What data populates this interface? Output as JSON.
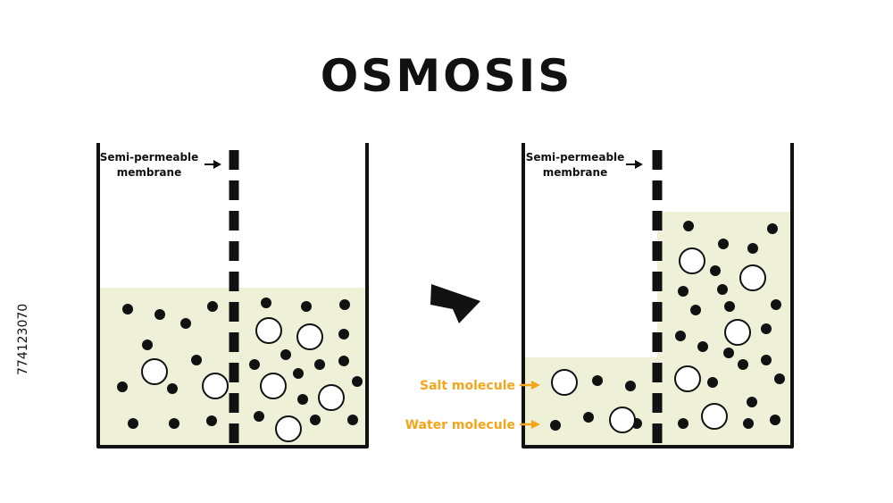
{
  "title": "OSMOSIS",
  "membrane_label_line1": "Semi-permeable",
  "membrane_label_line2": "membrane",
  "salt_label": "Salt molecule",
  "water_label": "Water molecule",
  "stock_id": "774123070",
  "colors": {
    "liquid": "#eef1d8",
    "outline": "#111111",
    "label_accent": "#f5a51b",
    "background": "#ffffff"
  },
  "arrow_icon": "right-arrow-icon"
}
